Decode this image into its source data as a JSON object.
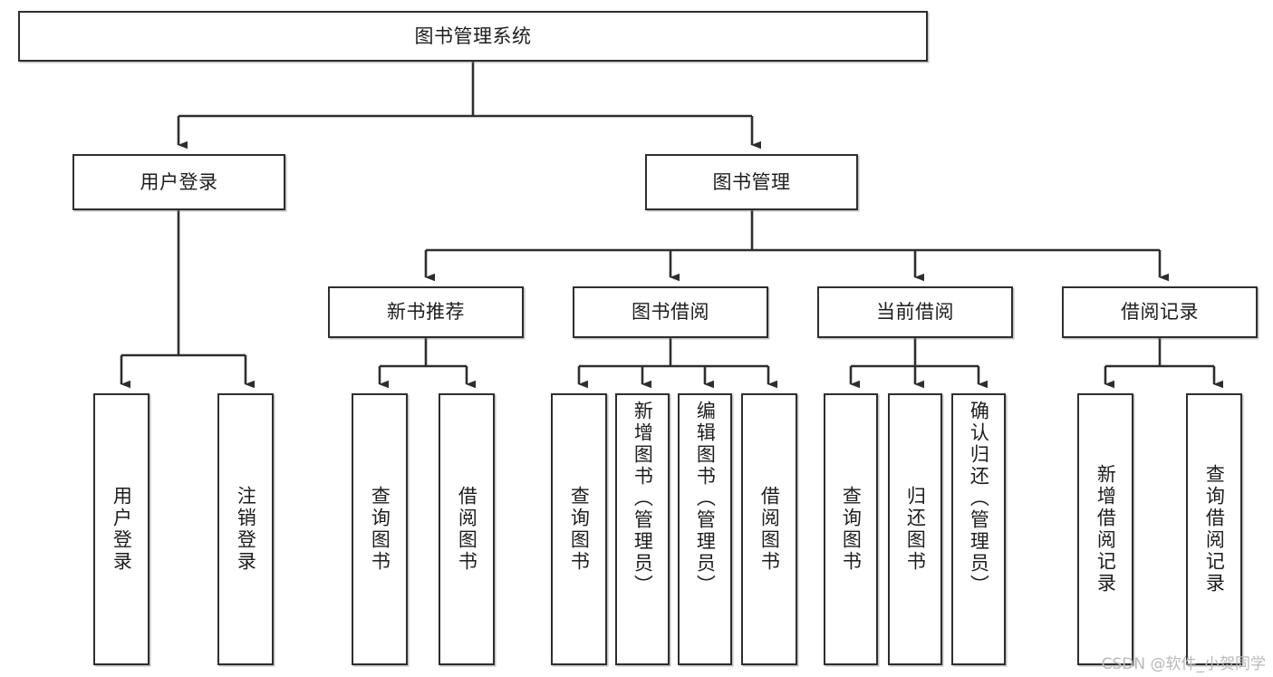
{
  "diagram": {
    "title": "图书管理系统",
    "watermark": "CSDN @软件_小贺同学",
    "line_color": "#2e2e2e",
    "box_fill": "#ffffff",
    "text_color": "#1d1d1d",
    "root": {
      "label": "图书管理系统"
    },
    "level2": [
      {
        "label": "用户登录"
      },
      {
        "label": "图书管理"
      }
    ],
    "level3": [
      {
        "label": "新书推荐"
      },
      {
        "label": "图书借阅"
      },
      {
        "label": "当前借阅"
      },
      {
        "label": "借阅记录"
      }
    ],
    "leaves": {
      "user_login": [
        {
          "label": "用户登录"
        },
        {
          "label": "注销登录"
        }
      ],
      "new_book_recommend": [
        {
          "label": "查询图书"
        },
        {
          "label": "借阅图书"
        }
      ],
      "book_borrow": [
        {
          "label": "查询图书"
        },
        {
          "label": "新增图书（管理员）"
        },
        {
          "label": "编辑图书（管理员）"
        },
        {
          "label": "借阅图书"
        }
      ],
      "current_borrow": [
        {
          "label": "查询图书"
        },
        {
          "label": "归还图书"
        },
        {
          "label": "确认归还（管理员）"
        }
      ],
      "borrow_record": [
        {
          "label": "新增借阅记录"
        },
        {
          "label": "查询借阅记录"
        }
      ]
    }
  }
}
